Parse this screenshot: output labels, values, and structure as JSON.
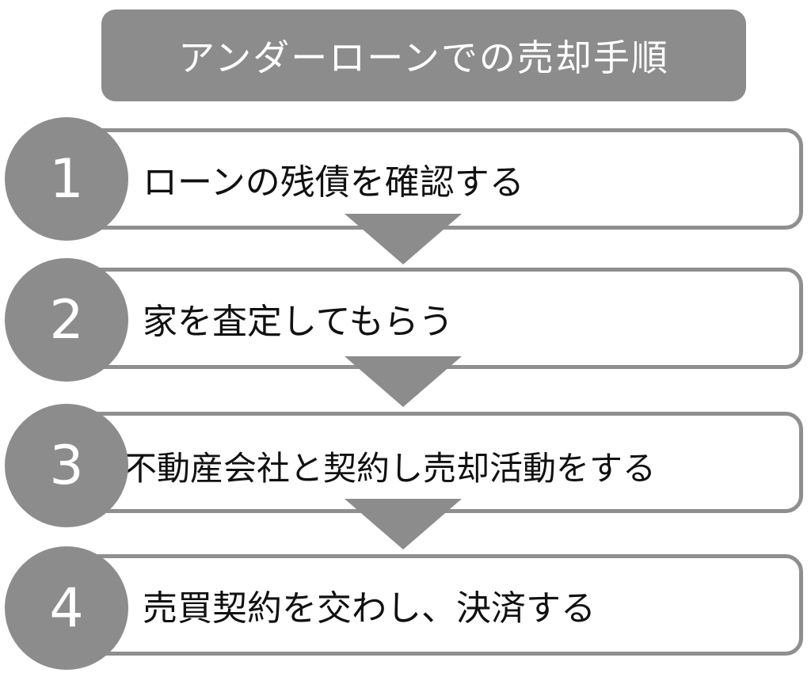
{
  "title": "アンダーローンでの売却手順",
  "steps": [
    {
      "number": "1",
      "text": "ローンの残債を確認する"
    },
    {
      "number": "2",
      "text": "家を査定してもらう"
    },
    {
      "number": "3",
      "text": "不動産会社と契約し売却活動をする"
    },
    {
      "number": "4",
      "text": "売買契約を交わし、決済する"
    }
  ],
  "colors": {
    "fill": "#8c8c8c",
    "border": "#8f8f8f",
    "text": "#111111",
    "background": "#ffffff"
  }
}
